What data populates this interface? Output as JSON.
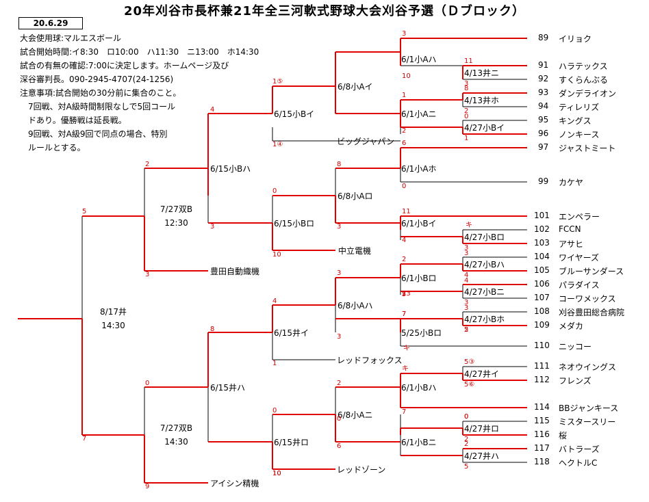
{
  "title": "20年刈谷市長杯兼21年全三河軟式野球大会刈谷予選（Ｄブロック）",
  "date": "20.6.29",
  "notes": [
    "大会使用球:マルエスボール",
    "試合開始時間:イ8:30　ロ10:00　ハ11:30　ニ13:00　ホ14:30",
    "試合の有無の確認:7:00に決定します。ホームページ及び",
    "深谷審判長。090-2945-4707(24-1256)",
    "注意事項:試合開始の30分前に集合のこと。",
    "　7回戦、対A級時間制限なしで5回コール",
    "　ドあり。優勝戦は延長戦。",
    "　9回戦、対A級9回で同点の場合、特別",
    "　ルールとする。"
  ],
  "teams": [
    {
      "no": "89",
      "name": "イリョク"
    },
    {
      "no": "91",
      "name": "ハラテックス"
    },
    {
      "no": "92",
      "name": "すくらんぶる"
    },
    {
      "no": "93",
      "name": "ダンデライオン"
    },
    {
      "no": "94",
      "name": "ティレリズ"
    },
    {
      "no": "95",
      "name": "キングス"
    },
    {
      "no": "96",
      "name": "ノンキース"
    },
    {
      "no": "97",
      "name": "ジャストミート"
    },
    {
      "no": "99",
      "name": "カケヤ"
    },
    {
      "no": "101",
      "name": "エンペラー"
    },
    {
      "no": "102",
      "name": "FCCN"
    },
    {
      "no": "103",
      "name": "アサヒ"
    },
    {
      "no": "104",
      "name": "ワイヤーズ"
    },
    {
      "no": "105",
      "name": "ブルーサンダース"
    },
    {
      "no": "106",
      "name": "パラダイス"
    },
    {
      "no": "107",
      "name": "コーワメックス"
    },
    {
      "no": "108",
      "name": "刈谷豊田総合病院"
    },
    {
      "no": "109",
      "name": "メダカ"
    },
    {
      "no": "110",
      "name": "ニッコー"
    },
    {
      "no": "111",
      "name": "ネオウイングス"
    },
    {
      "no": "112",
      "name": "フレンズ"
    },
    {
      "no": "114",
      "name": "BBジャンキース"
    },
    {
      "no": "115",
      "name": "ミスタースリー"
    },
    {
      "no": "116",
      "name": "桜"
    },
    {
      "no": "117",
      "name": "バトラーズ"
    },
    {
      "no": "118",
      "name": "ヘクトルC"
    }
  ],
  "seeded_teams": [
    "ビッグジャパン",
    "中立電機",
    "豊田自動織機",
    "レッドフォックス",
    "レッドゾーン",
    "アイシン精機"
  ],
  "match_labels": [
    "4/13井ニ",
    "4/13井ホ",
    "4/27小Bイ",
    "4/27小Bロ",
    "4/27小Bハ",
    "4/27小Bニ",
    "4/27小Bホ",
    "4/27井イ",
    "4/27井ロ",
    "4/27井ハ",
    "6/1小Aハ",
    "6/1小Aニ",
    "6/1小Aホ",
    "6/1小Bイ",
    "6/1小Bロ",
    "5/25小Bロ",
    "6/1小Bハ",
    "6/1小Bニ",
    "6/8小Aイ",
    "6/8小Aロ",
    "6/8小Aハ",
    "6/8小Aニ",
    "6/15小Bイ",
    "6/15小Bロ",
    "6/15井イ",
    "6/15井ロ",
    "6/15小Bハ",
    "6/15井ハ"
  ],
  "block_labels": {
    "semi_top": [
      "7/27双B",
      "12:30"
    ],
    "semi_bottom": [
      "7/27双B",
      "14:30"
    ],
    "final": [
      "8/17井",
      "14:30"
    ]
  },
  "scores": [
    "3",
    "10",
    "11",
    "3",
    "1",
    "8",
    "2",
    "0",
    "2",
    "1",
    "6",
    "0",
    "11",
    "4",
    "キ",
    "3",
    "2",
    "3",
    "4",
    "4",
    "3",
    "3",
    "2",
    "3",
    "7",
    "5",
    "キ",
    "5③",
    "5⑥",
    "0",
    "2",
    "2",
    "5",
    "3",
    "8",
    "0",
    "10",
    "2",
    "13",
    "7",
    "5",
    "キ",
    "2",
    "7",
    "0",
    "6",
    "1⑤",
    "1④",
    "0",
    "10",
    "4",
    "1",
    "0",
    "10",
    "4",
    "3",
    "8",
    "3",
    "2",
    "3",
    "0",
    "9",
    "5",
    "7"
  ],
  "colors": {
    "win": "#e00000",
    "lose": "#000000",
    "score": "#d00000"
  }
}
